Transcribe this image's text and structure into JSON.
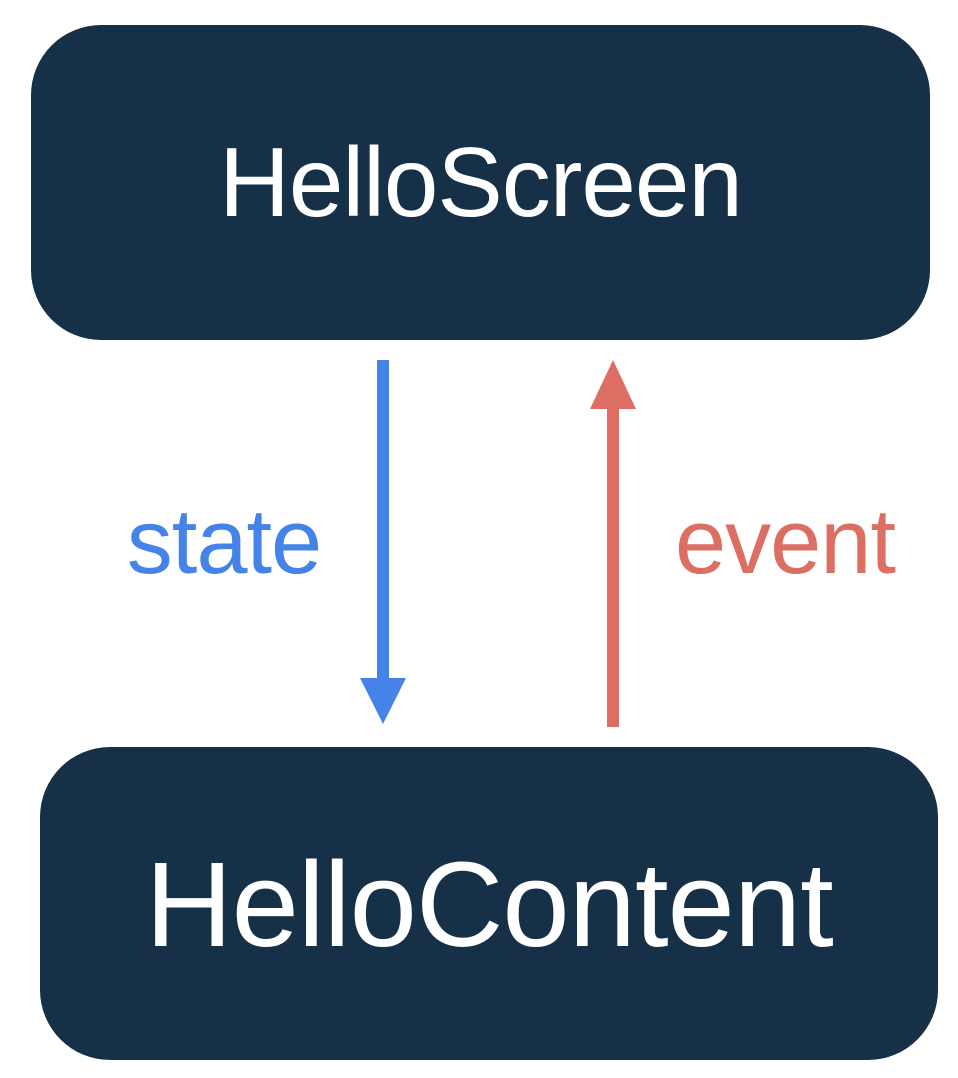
{
  "colors": {
    "background": "#ffffff",
    "box": "#163048",
    "box_text": "#ffffff",
    "state": "#4583E8",
    "event": "#DD6E63"
  },
  "boxes": {
    "top": {
      "label": "HelloScreen"
    },
    "bottom": {
      "label": "HelloContent"
    }
  },
  "flows": {
    "state": {
      "label": "state",
      "direction": "down"
    },
    "event": {
      "label": "event",
      "direction": "up"
    }
  }
}
